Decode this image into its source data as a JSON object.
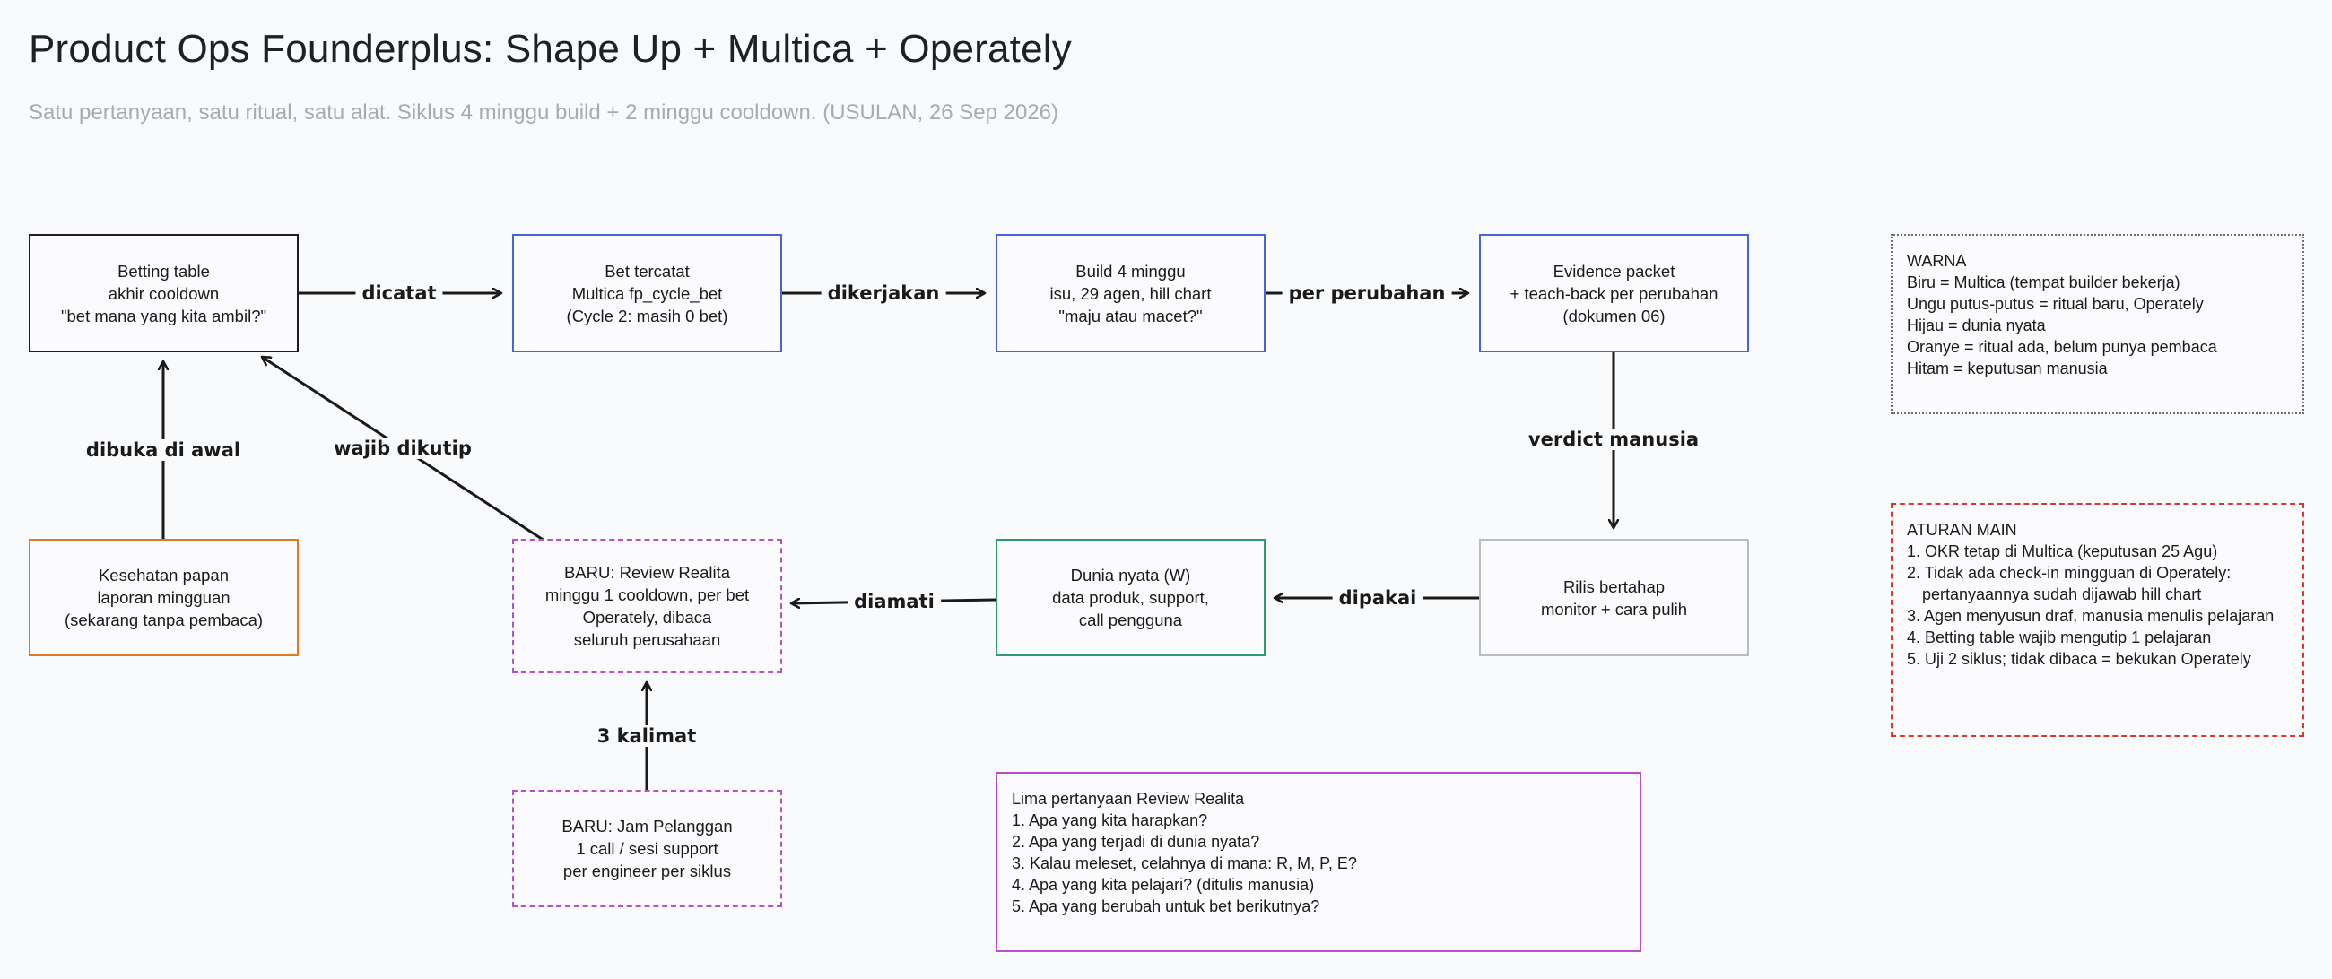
{
  "header": {
    "title": "Product Ops Founderplus: Shape Up + Multica + Operately",
    "subtitle": "Satu pertanyaan, satu ritual, satu alat. Siklus 4 minggu build + 2 minggu cooldown. (USULAN, 26 Sep 2026)"
  },
  "nodes": {
    "betting_table": [
      "Betting table",
      "akhir cooldown",
      "\"bet mana yang kita ambil?\""
    ],
    "bet_tercatat": [
      "Bet tercatat",
      "Multica fp_cycle_bet",
      "(Cycle 2: masih 0 bet)"
    ],
    "build": [
      "Build 4 minggu",
      "isu, 29 agen, hill chart",
      "\"maju atau macet?\""
    ],
    "evidence": [
      "Evidence packet",
      "+ teach-back per perubahan",
      "(dokumen 06)"
    ],
    "kesehatan": [
      "Kesehatan papan",
      "laporan mingguan",
      "(sekarang tanpa pembaca)"
    ],
    "review": [
      "BARU: Review Realita",
      "minggu 1 cooldown, per bet",
      "Operately, dibaca",
      "seluruh perusahaan"
    ],
    "dunia": [
      "Dunia nyata (W)",
      "data produk, support,",
      "call pengguna"
    ],
    "rilis": [
      "Rilis bertahap",
      "monitor + cara pulih"
    ],
    "jam": [
      "BARU: Jam Pelanggan",
      "1 call / sesi support",
      "per engineer per siklus"
    ]
  },
  "edges": {
    "dicatat": "dicatat",
    "dikerjakan": "dikerjakan",
    "per_perubahan": "per perubahan",
    "verdict": "verdict manusia",
    "dipakai": "dipakai",
    "diamati": "diamati",
    "wajib": "wajib dikutip",
    "dibuka": "dibuka di awal",
    "kalimat": "3 kalimat"
  },
  "notes": {
    "warna": {
      "lines": [
        "WARNA",
        "Biru = Multica (tempat builder bekerja)",
        "Ungu putus-putus = ritual baru, Operately",
        "Hijau = dunia nyata",
        "Oranye = ritual ada, belum punya pembaca",
        "Hitam = keputusan manusia"
      ]
    },
    "aturan": {
      "lines": [
        "ATURAN MAIN",
        "1. OKR tetap di Multica (keputusan 25 Agu)",
        "2. Tidak ada check-in mingguan di Operately:",
        "pertanyaannya sudah dijawab hill chart",
        "3. Agen menyusun draf, manusia menulis pelajaran",
        "4. Betting table wajib mengutip 1 pelajaran",
        "5. Uji 2 siklus; tidak dibaca = bekukan Operately"
      ]
    },
    "lima": {
      "lines": [
        "Lima pertanyaan Review Realita",
        "1. Apa yang kita harapkan?",
        "2. Apa yang terjadi di dunia nyata?",
        "3. Kalau meleset, celahnya di mana: R, M, P, E?",
        "4. Apa yang kita pelajari? (ditulis manusia)",
        "5. Apa yang berubah untuk bet berikutnya?"
      ]
    }
  },
  "colors": {
    "multica_blue": "#4a63d6",
    "ritual_new_purple": "#b84fc6",
    "real_world_green": "#2e9a6e",
    "ritual_orange": "#e07a22",
    "human_decision_black": "#1e1e1e",
    "rules_red": "#d8392f",
    "neutral_gray": "#b9bcc2"
  }
}
